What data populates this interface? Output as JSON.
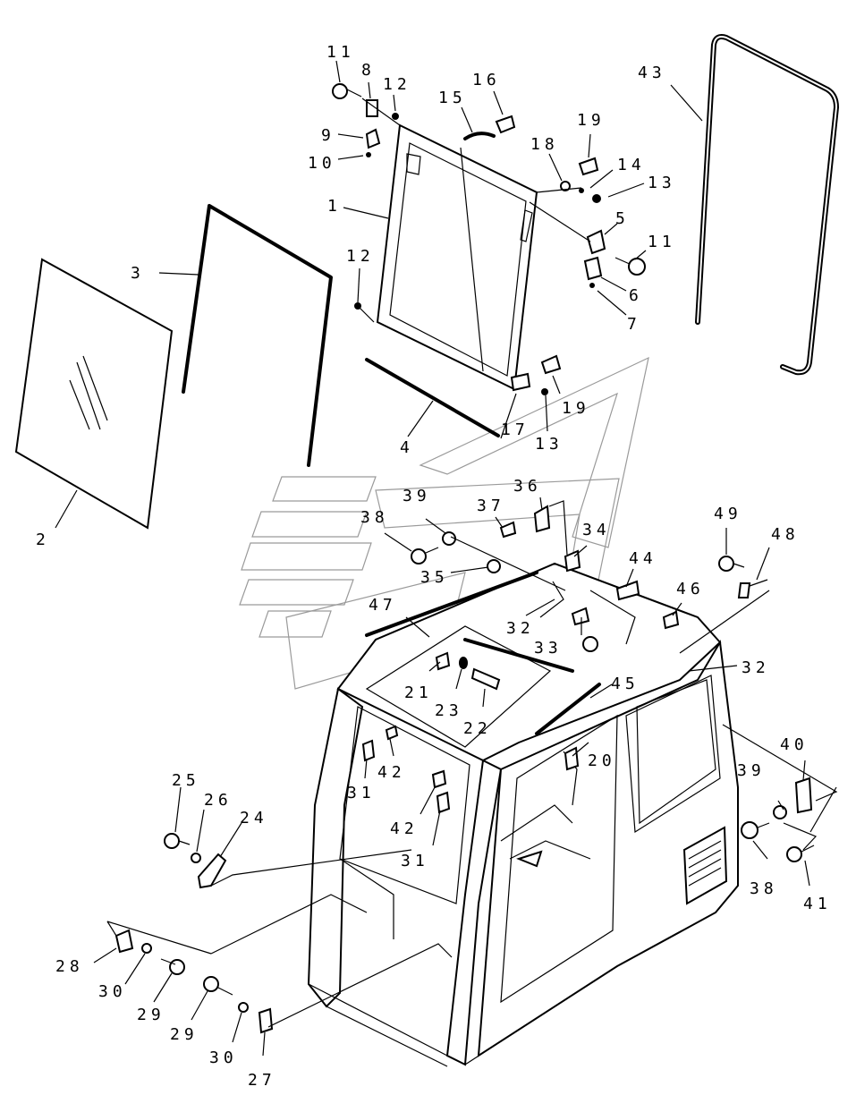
{
  "labels": {
    "l1": "1",
    "l2": "2",
    "l3": "3",
    "l4": "4",
    "l5": "5",
    "l6": "6",
    "l7": "7",
    "l8": "8",
    "l9": "9",
    "l10": "10",
    "l11a": "11",
    "l11b": "11",
    "l12a": "12",
    "l12b": "12",
    "l13a": "13",
    "l13b": "13",
    "l14": "14",
    "l15": "15",
    "l16": "16",
    "l17": "17",
    "l18": "18",
    "l19a": "19",
    "l19b": "19",
    "l20": "20",
    "l21": "21",
    "l22": "22",
    "l23": "23",
    "l24": "24",
    "l25": "25",
    "l26": "26",
    "l27": "27",
    "l28": "28",
    "l29a": "29",
    "l29b": "29",
    "l30a": "30",
    "l30b": "30",
    "l31a": "31",
    "l31b": "31",
    "l32a": "32",
    "l32b": "32",
    "l33": "33",
    "l34": "34",
    "l35": "35",
    "l36": "36",
    "l37": "37",
    "l38a": "38",
    "l38b": "38",
    "l39a": "39",
    "l39b": "39",
    "l40": "40",
    "l41": "41",
    "l42a": "42",
    "l42b": "42",
    "l43": "43",
    "l44": "44",
    "l45": "45",
    "l46": "46",
    "l47": "47",
    "l48": "48",
    "l49": "49"
  }
}
